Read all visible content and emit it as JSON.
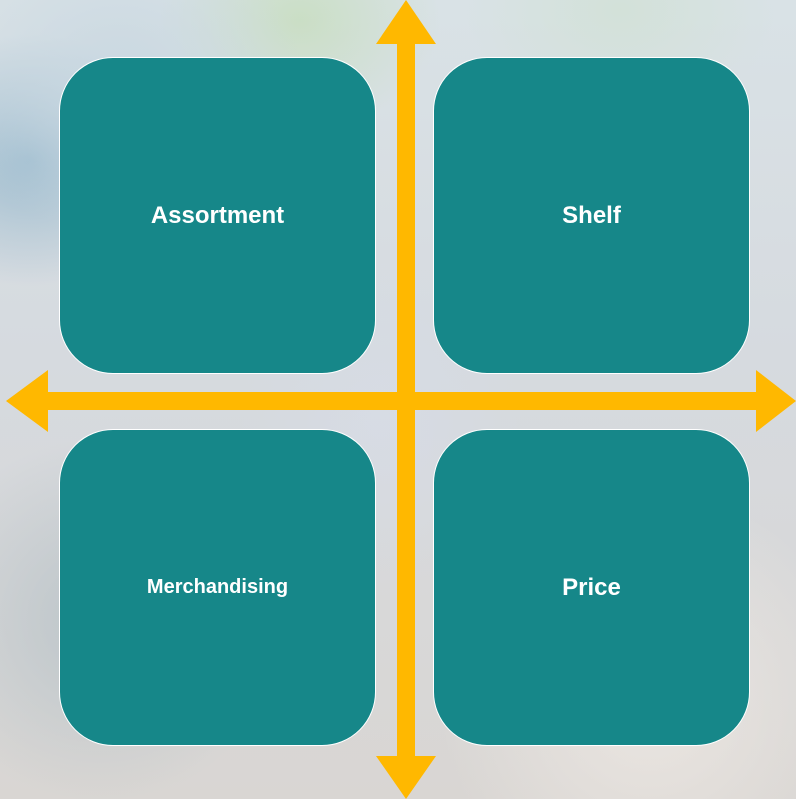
{
  "quadrants": {
    "top_left": "Assortment",
    "top_right": "Shelf",
    "bottom_left": "Merchandising",
    "bottom_right": "Price"
  },
  "colors": {
    "box_fill": "#168789",
    "box_border": "#ffffff",
    "arrow": "#FFB800",
    "text": "#ffffff"
  }
}
